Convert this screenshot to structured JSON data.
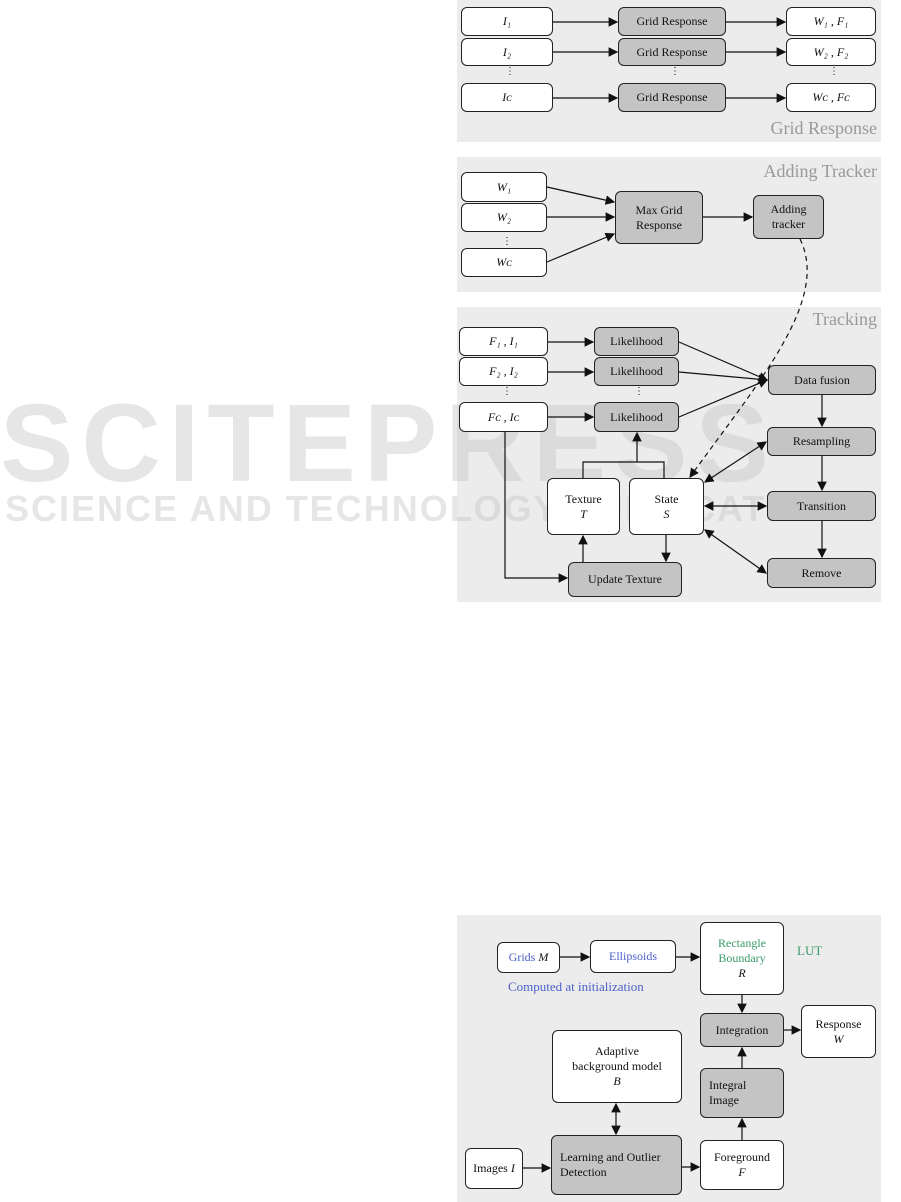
{
  "watermark": {
    "line1": "SCITEPRESS",
    "line2": "SCIENCE AND TECHNOLOGY PUBLICATIONS"
  },
  "grid_response": {
    "title": "Grid Response",
    "inputs": [
      "I₁",
      "I₂",
      "Iᴄ"
    ],
    "process": "Grid Response",
    "outputs": [
      "W₁ , F₁",
      "W₂ , F₂",
      "Wᴄ , Fᴄ"
    ]
  },
  "adding_tracker": {
    "title": "Adding Tracker",
    "inputs": [
      "W₁",
      "W₂",
      "Wᴄ"
    ],
    "max": "Max Grid Response",
    "add": "Adding tracker"
  },
  "tracking": {
    "title": "Tracking",
    "inputs": [
      "F₁ , I₁",
      "F₂ , I₂",
      "Fᴄ , Iᴄ"
    ],
    "likelihood": "Likelihood",
    "data_fusion": "Data fusion",
    "resampling": "Resampling",
    "transition": "Transition",
    "remove": "Remove",
    "texture": "Texture",
    "texture_sym": "T",
    "state": "State",
    "state_sym": "S",
    "update": "Update Texture"
  },
  "response_diagram": {
    "grids": "Grids",
    "grids_sym": "M",
    "ellipsoids": "Ellipsoids",
    "rect": "Rectangle Boundary",
    "rect_sym": "R",
    "lut": "LUT",
    "computed": "Computed at initialization",
    "integration": "Integration",
    "response": "Response",
    "response_sym": "W",
    "adaptive": "Adaptive background model",
    "adaptive_sym": "B",
    "integral": "Integral Image",
    "learning": "Learning and Outlier Detection",
    "images": "Images",
    "images_sym": "I",
    "foreground": "Foreground",
    "foreground_sym": "F"
  }
}
